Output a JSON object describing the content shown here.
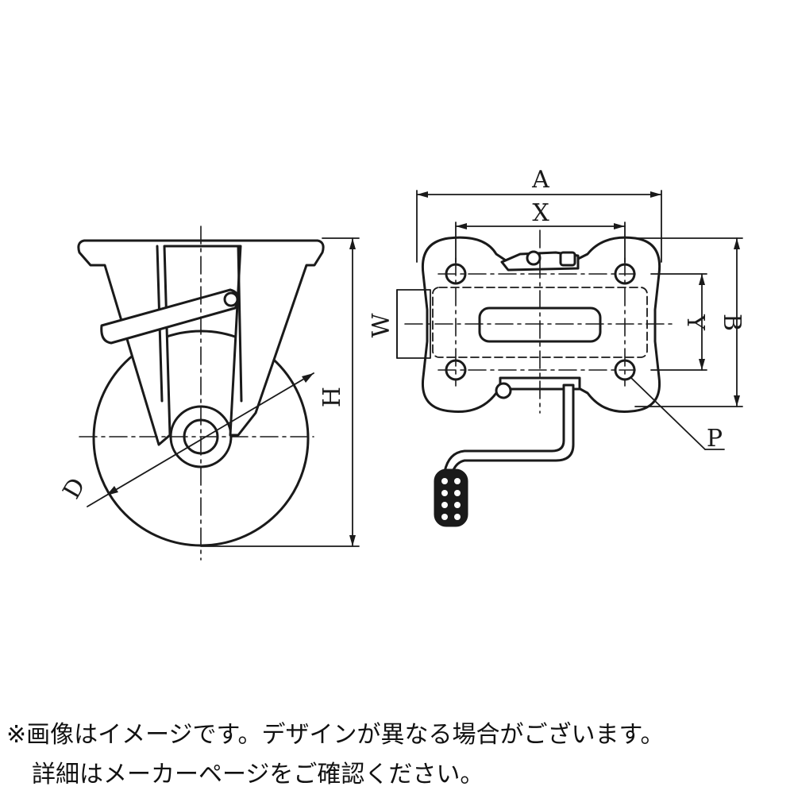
{
  "diagram": {
    "side_view_labels": {
      "height": "H",
      "diameter": "D"
    },
    "top_view_labels": {
      "overall_width": "A",
      "hole_spacing_x": "X",
      "plate_length": "B",
      "hole_spacing_y": "Y",
      "wheel_width": "W",
      "bolt_hole": "P"
    }
  },
  "notes": {
    "line1": "※画像はイメージです。デザインが異なる場合がございます。",
    "line2": "詳細はメーカーページをご確認ください。"
  },
  "colors": {
    "line": "#1a1a1a",
    "background": "#ffffff"
  }
}
